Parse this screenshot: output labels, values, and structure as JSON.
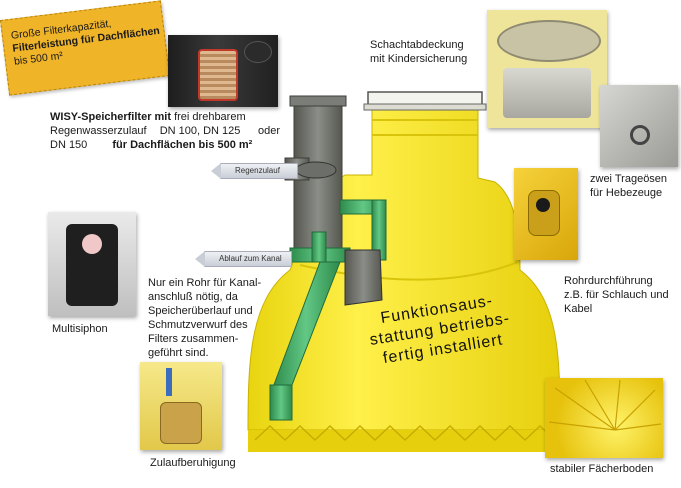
{
  "sticky_note": {
    "line1": "Große Filterkapazität,",
    "line2": "Filterleistung für Dachflächen",
    "line3": "bis 500 m²"
  },
  "wisy": {
    "line1_bold": "WISY-Speicherfilter mit",
    "line1_rest": " frei drehbarem",
    "line2a": "Regenwasserzulauf",
    "line2b": "DN 100, DN 125",
    "line2c": "oder",
    "line3a": "DN 150",
    "line3b": "für Dachflächen bis 500 m²"
  },
  "labels": {
    "schachtabdeckung_1": "Schachtabdeckung",
    "schachtabdeckung_2": "mit Kindersicherung",
    "regenzulauf": "Regenzulauf",
    "ablauf": "Ablauf zum Kanal",
    "multisiphon": "Multisiphon",
    "zulauf": "Zulaufberuhigung",
    "trageoesen_1": "zwei Trageösen",
    "trageoesen_2": "für Hebezeuge",
    "rohr_1": "Rohrdurchführung",
    "rohr_2": "z.B. für Schlauch und",
    "rohr_3": "Kabel",
    "faecher": "stabiler Fächerboden"
  },
  "rohr_text": [
    "Nur ein Rohr für Kanal-",
    "anschluß nötig, da",
    "Speicherüberlauf und",
    "Schmutzverwurf des",
    "Filters zusammen-",
    "geführt sind."
  ],
  "funktion": {
    "l1": "Funktionsaus-",
    "l2": "stattung betriebs-",
    "l3": "fertig installiert"
  },
  "colors": {
    "tank_yellow": "#f2e51a",
    "pipe_green": "#3fa862",
    "pipe_grey": "#6f716d",
    "note_orange": "#f0b429"
  }
}
